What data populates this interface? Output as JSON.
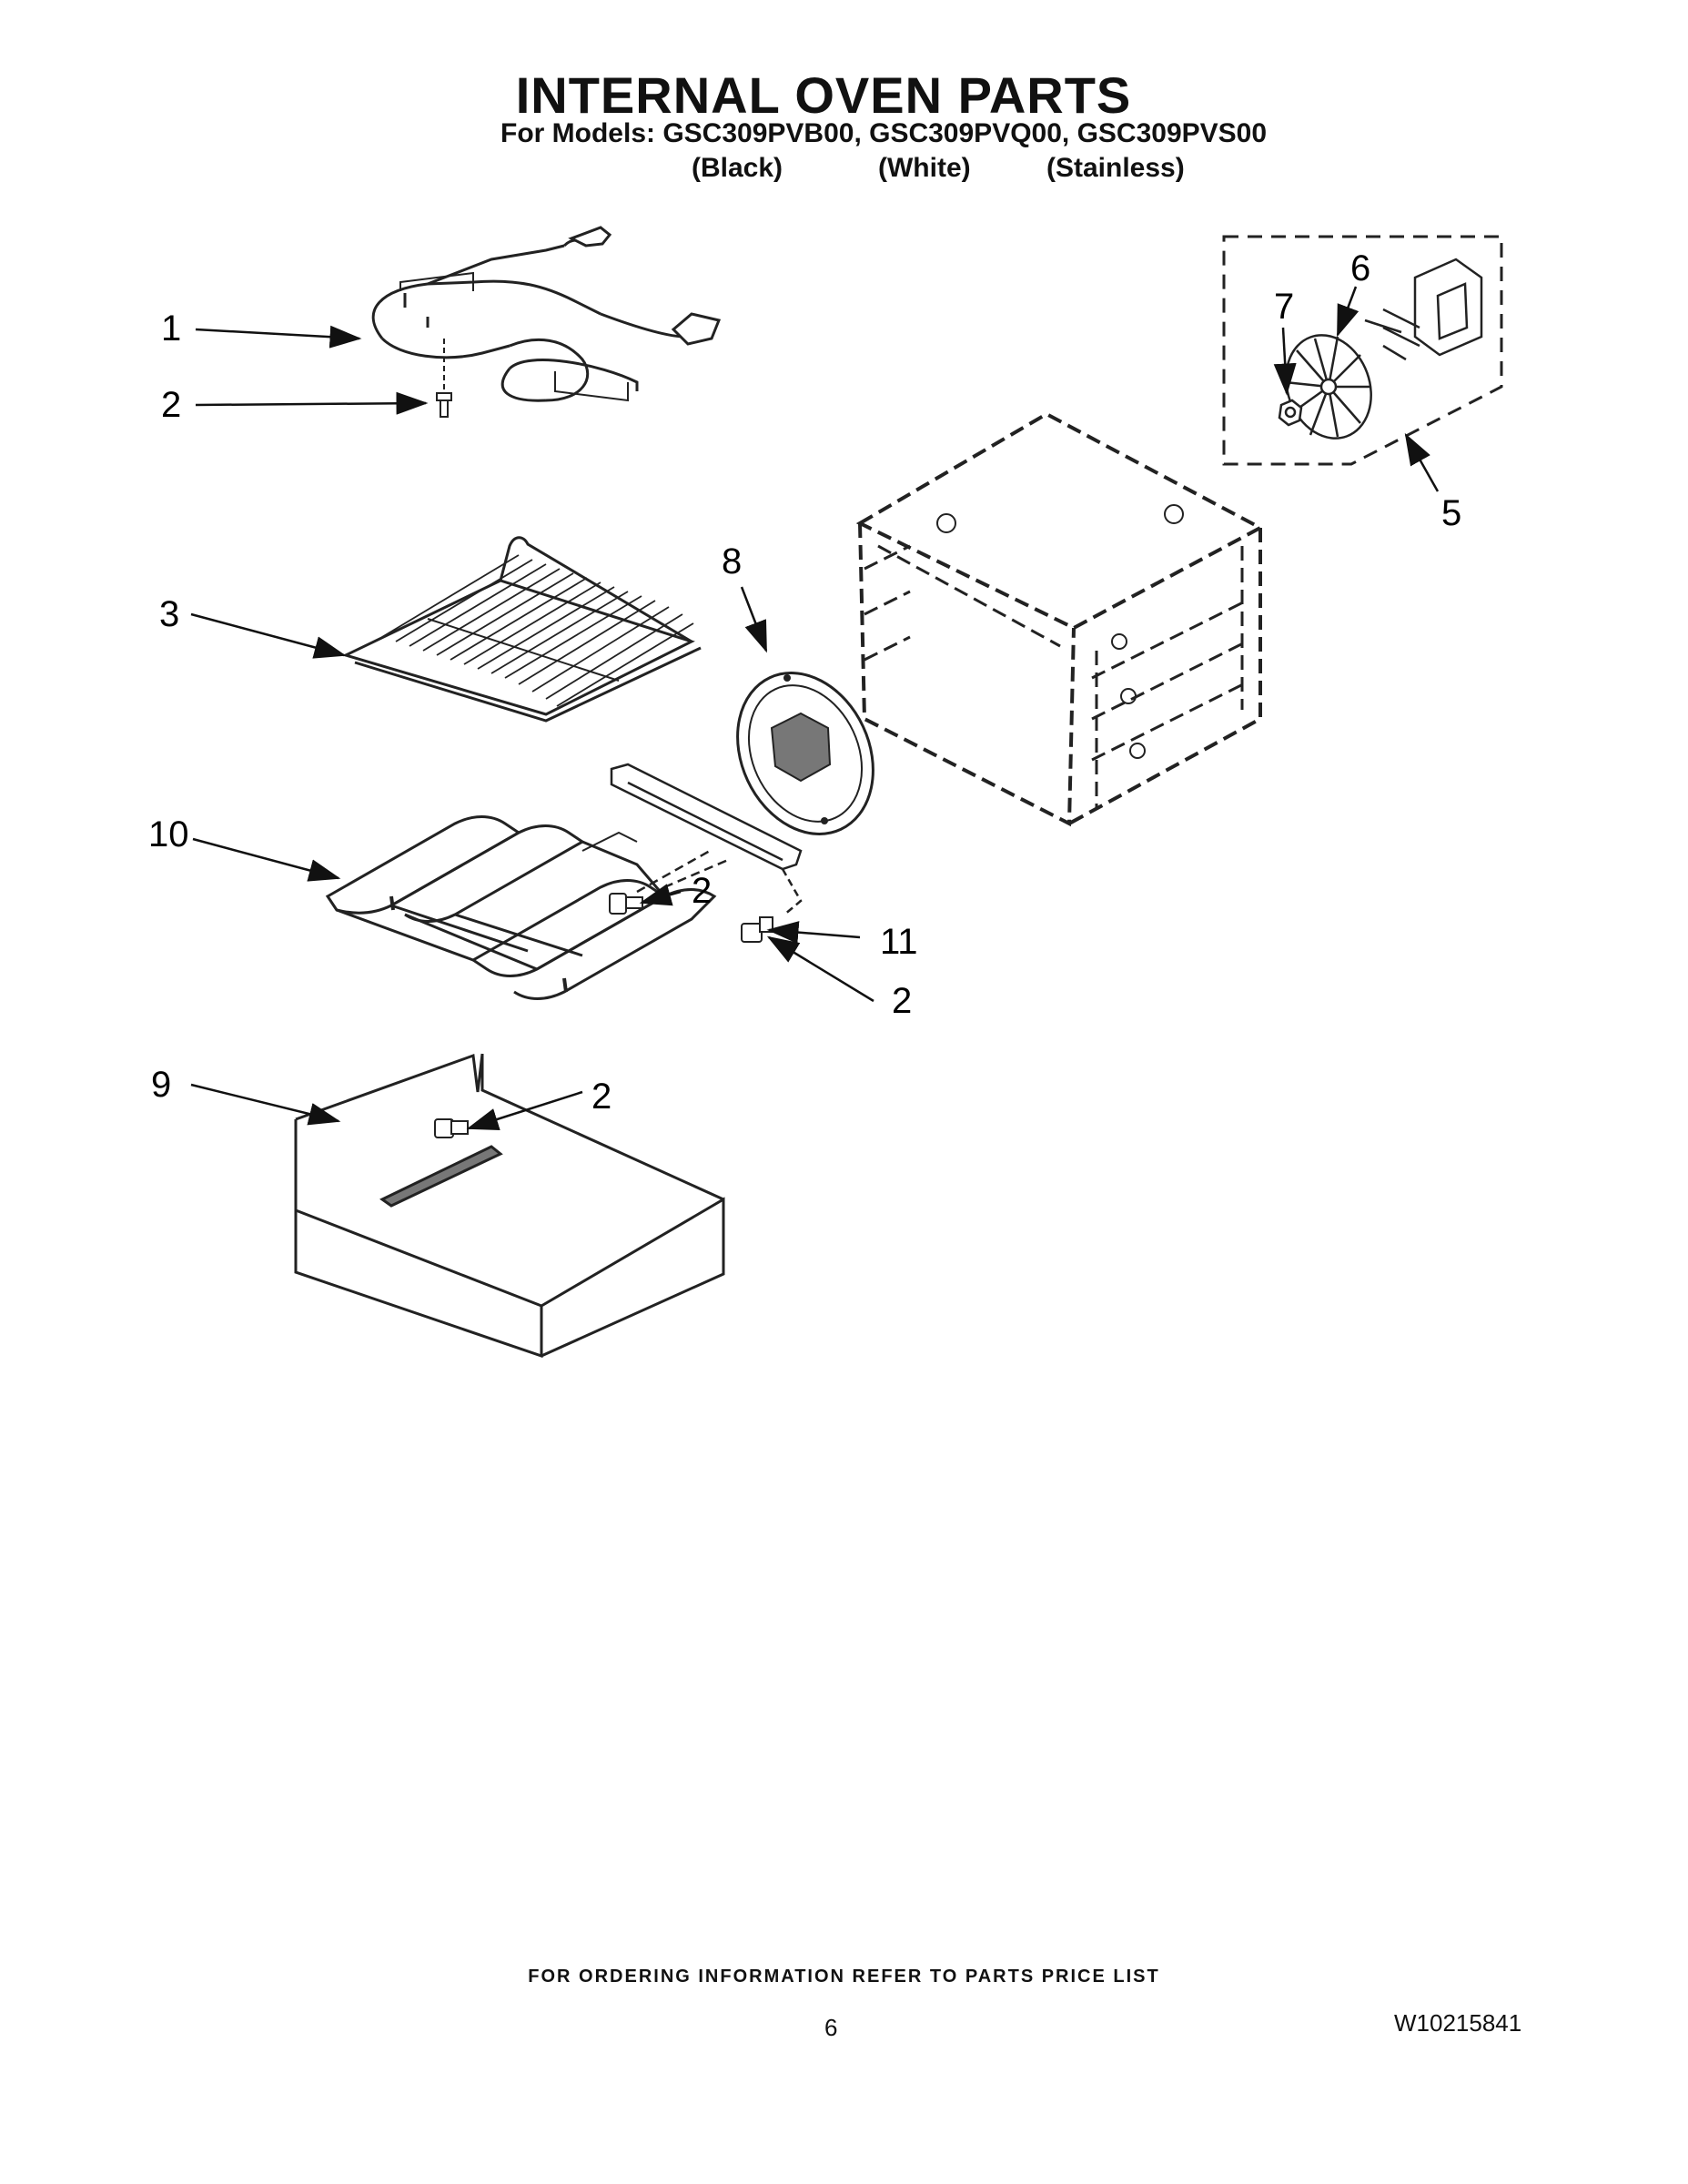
{
  "header": {
    "title": "INTERNAL OVEN PARTS",
    "models_line": "For Models: GSC309PVB00, GSC309PVQ00, GSC309PVS00",
    "colors": [
      "(Black)",
      "(White)",
      "(Stainless)"
    ]
  },
  "callouts": {
    "c1": "1",
    "c2_bake": "2",
    "c3": "3",
    "c10": "10",
    "c2_broil": "2",
    "c11": "11",
    "c2_bracket": "2",
    "c9": "9",
    "c2_tray": "2",
    "c8": "8",
    "c7": "7",
    "c6": "6",
    "c5": "5"
  },
  "footer": {
    "ordering_note": "FOR ORDERING INFORMATION REFER TO PARTS PRICE LIST",
    "page_number": "6",
    "document_number": "W10215841"
  }
}
